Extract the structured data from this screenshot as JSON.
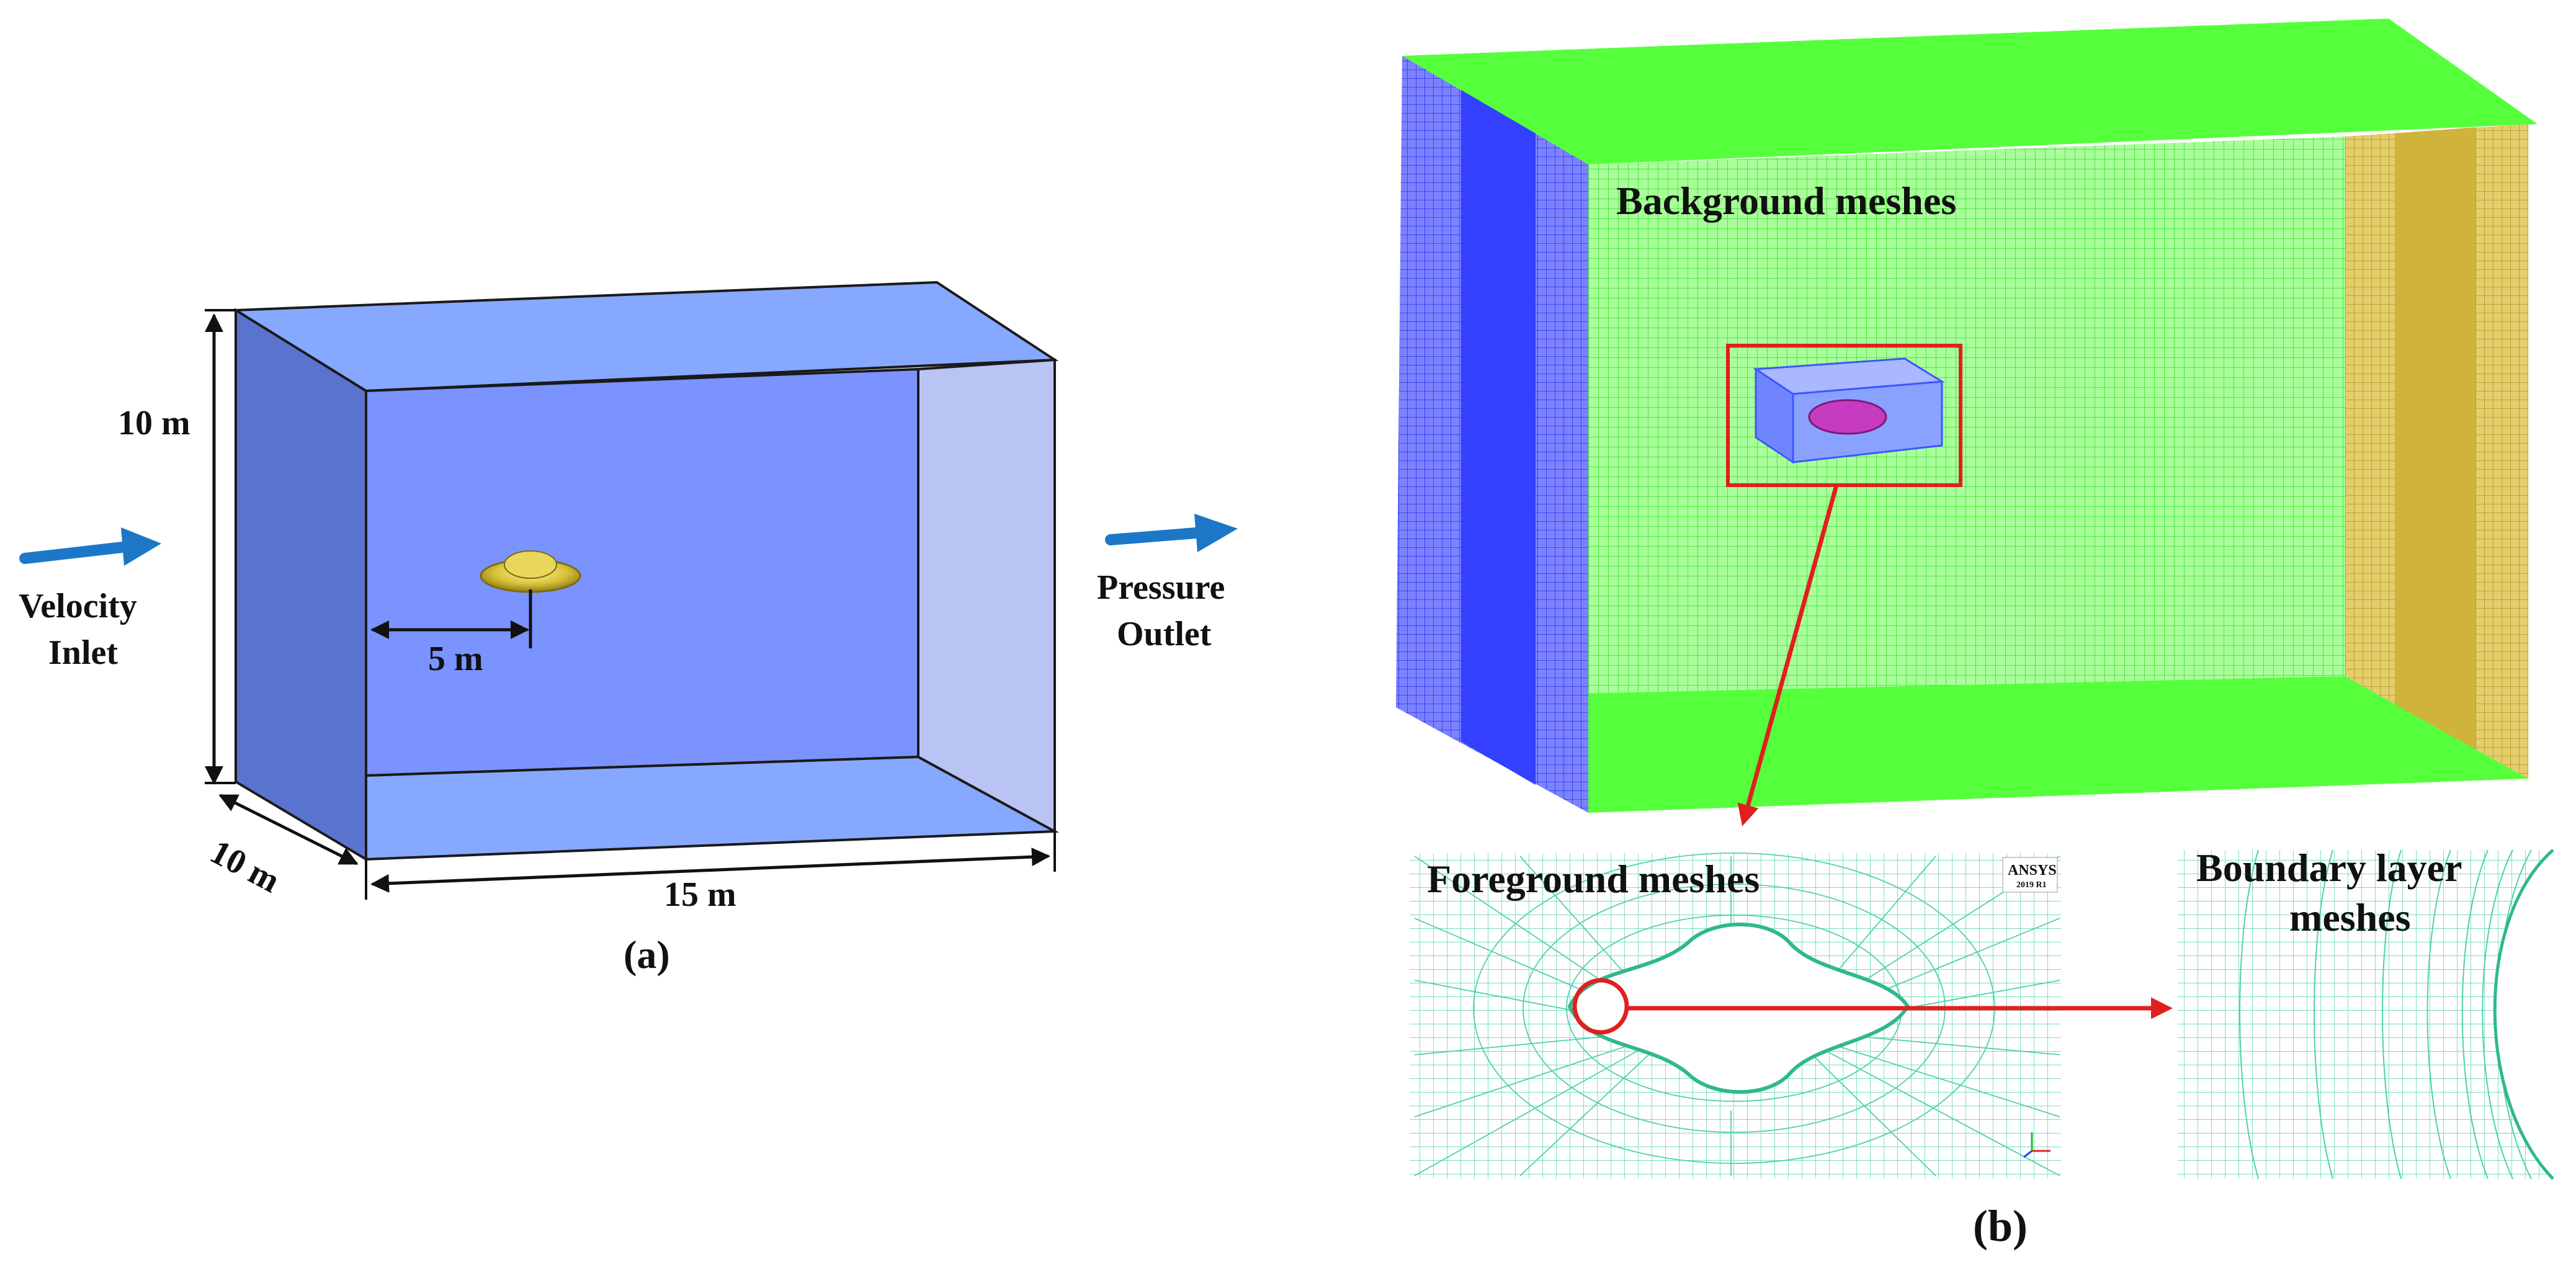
{
  "panel_a": {
    "caption": "(a)",
    "label_inlet": [
      "Velocity",
      "Inlet"
    ],
    "label_outlet": [
      "Pressure",
      "Outlet"
    ],
    "dim_height": "10 m",
    "dim_depth": "10 m",
    "dim_length": "15 m",
    "dim_distance": "5 m"
  },
  "panel_b": {
    "caption": "(b)",
    "label_background": "Background meshes",
    "label_foreground": "Foreground meshes",
    "label_boundary": [
      "Boundary layer",
      "meshes"
    ],
    "logo_text": "ANSYS",
    "logo_version": "2019 R1"
  },
  "colors": {
    "domain_blue": "#7c96ff",
    "mesh_green": "#55ff3c",
    "mesh_blue": "#3340ff",
    "mesh_gold": "#d0b53f",
    "arrow_blue": "#1c78c6",
    "highlight_red": "#e21f1f",
    "fine_mesh": "#34c9a3"
  }
}
